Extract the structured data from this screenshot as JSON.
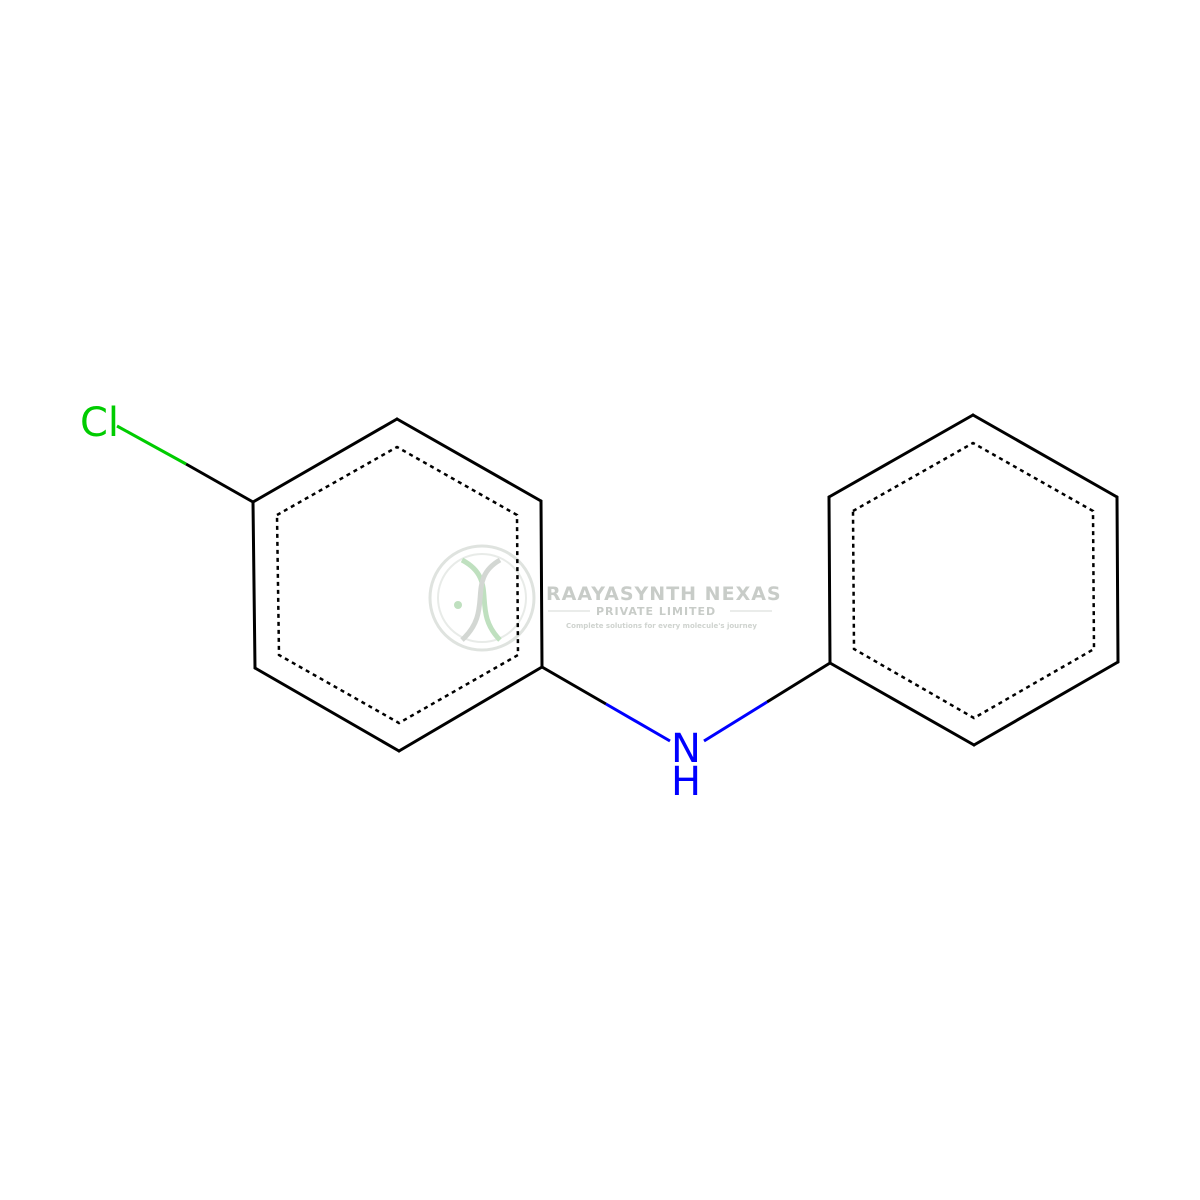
{
  "molecule": {
    "atoms": {
      "chlorine": "Cl",
      "nitrogen": "N",
      "hydrogen": "H"
    },
    "colors": {
      "bond": "#000000",
      "chlorine": "#00cc00",
      "nitrogen": "#0000ff"
    }
  },
  "watermark": {
    "company": "RAAYASYNTH NEXAS",
    "subtitle": "PRIVATE LIMITED",
    "tagline": "Complete solutions for every molecule's journey",
    "colors": {
      "text": "#c8ccc8",
      "logo_green": "#bfe0bf"
    }
  }
}
